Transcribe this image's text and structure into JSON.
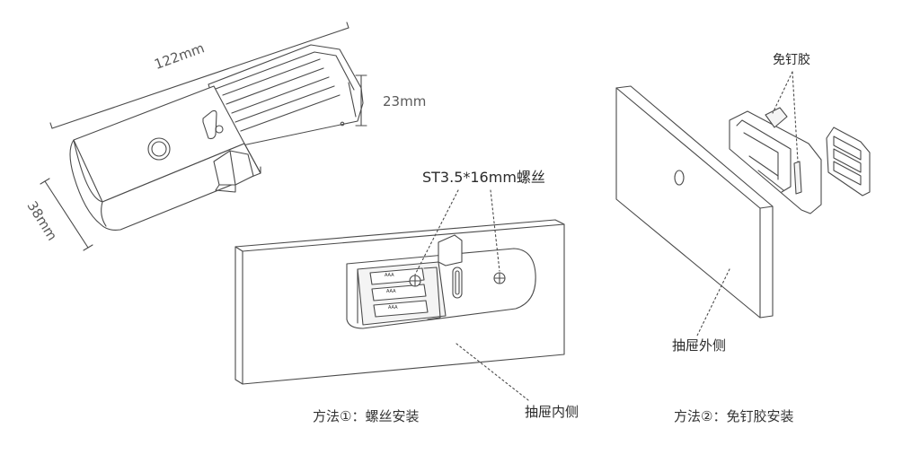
{
  "dimensions": {
    "length": "122mm",
    "height": "23mm",
    "width": "38mm"
  },
  "labels": {
    "screw": "ST3.5*16mm螺丝",
    "adhesive": "免钉胶",
    "drawer_inside": "抽屉内侧",
    "drawer_outside": "抽屉外侧"
  },
  "captions": {
    "method1": "方法①：螺丝安装",
    "method2": "方法②：免钉胶安装"
  },
  "battery_label": "AAA",
  "colors": {
    "line": "#4a4a4a",
    "fill": "#ffffff",
    "light_fill": "#f4f4f4"
  }
}
